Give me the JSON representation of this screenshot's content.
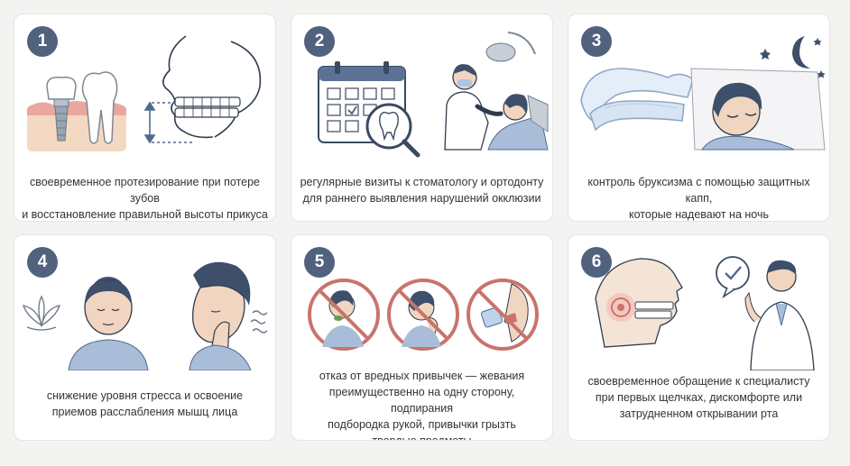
{
  "cards": [
    {
      "number": "1",
      "caption": "своевременное протезирование при потере зубов\nи восстановление правильной высоты прикуса"
    },
    {
      "number": "2",
      "caption": "регулярные визиты к стоматологу и ортодонту\nдля раннего выявления нарушений окклюзии"
    },
    {
      "number": "3",
      "caption": "контроль бруксизма с помощью защитных капп,\nкоторые надевают на ночь"
    },
    {
      "number": "4",
      "caption": "снижение уровня стресса и освоение\nприемов расслабления мышц лица"
    },
    {
      "number": "5",
      "caption": "отказ от вредных привычек — жевания\nпреимущественно на одну сторону, подпирания\nподбородка рукой, привычки грызть\nтвердые предметы"
    },
    {
      "number": "6",
      "caption": "своевременное обращение к специалисту\nпри первых щелчках, дискомфорте или\nзатрудненном открывании рта"
    }
  ],
  "colors": {
    "badge": "#50627d",
    "prohibit": "#c9736b",
    "accent_blue": "#4f6a8f",
    "hair": "#3d4f6b"
  }
}
